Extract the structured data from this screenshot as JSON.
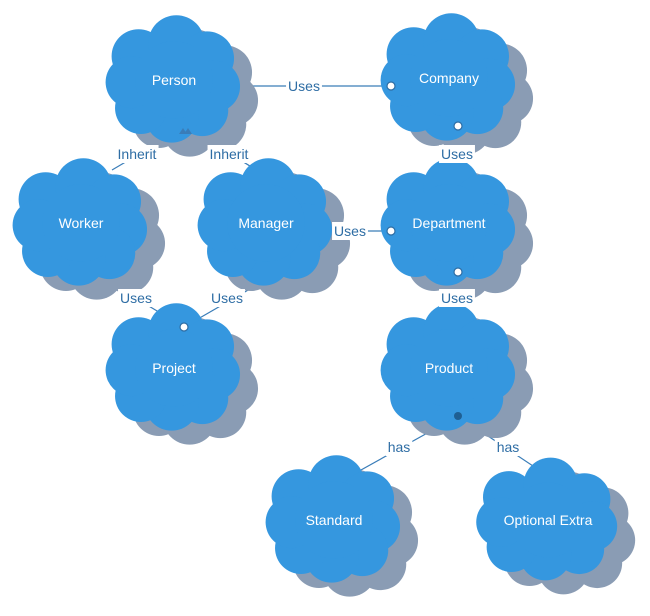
{
  "colors": {
    "cloud": "#3597df",
    "shadow": "#8a9cb4",
    "line": "#3a7db8",
    "label": "#2e6da4",
    "node_text": "#ffffff"
  },
  "nodes": [
    {
      "id": "person",
      "label": "Person"
    },
    {
      "id": "company",
      "label": "Company"
    },
    {
      "id": "worker",
      "label": "Worker"
    },
    {
      "id": "manager",
      "label": "Manager"
    },
    {
      "id": "department",
      "label": "Department"
    },
    {
      "id": "project",
      "label": "Project"
    },
    {
      "id": "product",
      "label": "Product"
    },
    {
      "id": "standard",
      "label": "Standard"
    },
    {
      "id": "optional-extra",
      "label": "Optional Extra"
    }
  ],
  "edges": [
    {
      "from": "person",
      "to": "company",
      "label": "Uses",
      "end": "circle"
    },
    {
      "from": "worker",
      "to": "person",
      "label": "Inherit",
      "end": "arrow"
    },
    {
      "from": "manager",
      "to": "person",
      "label": "Inherit",
      "end": "arrow"
    },
    {
      "from": "company",
      "to": "department",
      "label": "Uses",
      "end": "circle"
    },
    {
      "from": "manager",
      "to": "department",
      "label": "Uses",
      "end": "circle"
    },
    {
      "from": "worker",
      "to": "project",
      "label": "Uses",
      "end": "circle"
    },
    {
      "from": "manager",
      "to": "project",
      "label": "Uses",
      "end": "circle"
    },
    {
      "from": "department",
      "to": "product",
      "label": "Uses",
      "end": "circle"
    },
    {
      "from": "product",
      "to": "standard",
      "label": "has",
      "end": "dot"
    },
    {
      "from": "product",
      "to": "optional-extra",
      "label": "has",
      "end": "dot"
    }
  ]
}
